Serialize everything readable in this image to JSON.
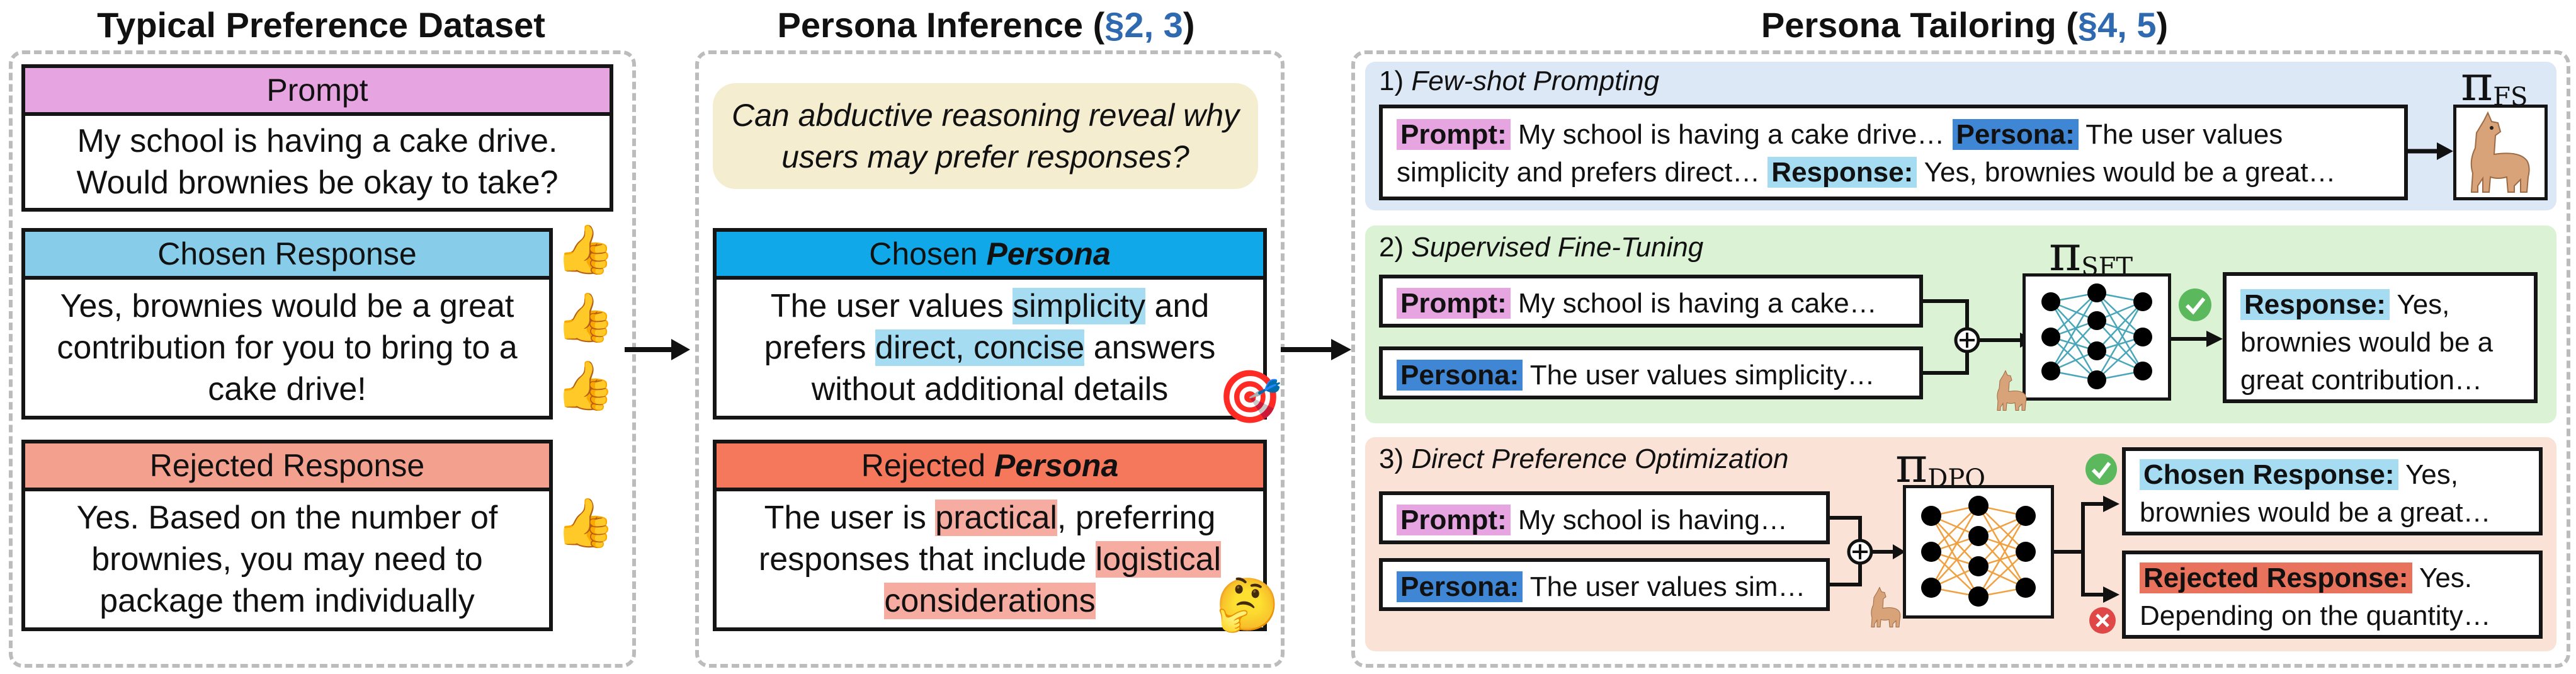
{
  "col1": {
    "title": "Typical Preference Dataset",
    "prompt_header": "Prompt",
    "prompt_text": "My school is having a cake drive. Would brownies be okay to take?",
    "chosen_header": "Chosen Response",
    "chosen_text": "Yes, brownies would be a great contribution for you to bring to a cake drive!",
    "rejected_header": "Rejected Response",
    "rejected_text": "Yes. Based on the number of brownies, you may need to package them individually"
  },
  "col2": {
    "title": "Persona Inference",
    "title_ref_open": " (",
    "title_ref": "§2, 3",
    "title_ref_close": ")",
    "question": "Can abductive reasoning reveal why users may prefer responses?",
    "chosen_header_plain": "Chosen ",
    "chosen_header_bold": "Persona",
    "chosen_text_1": "The user values ",
    "chosen_hl_1": "simplicity",
    "chosen_text_2": " and prefers ",
    "chosen_hl_2": "direct, concise",
    "chosen_text_3": " answers without additional details",
    "rejected_header_plain": "Rejected ",
    "rejected_header_bold": "Persona",
    "rejected_text_1": "The user is ",
    "rejected_hl_1": "practical",
    "rejected_text_2": ", preferring responses that include ",
    "rejected_hl_2": "logistical considerations"
  },
  "col3": {
    "title": "Persona Tailoring",
    "title_ref_open": " (",
    "title_ref": "§4, 5",
    "title_ref_close": ")",
    "fs": {
      "label_num": "1) ",
      "label": "Few-shot Prompting",
      "pi_sub": "FS",
      "prompt_tag": "Prompt:",
      "prompt_text": " My school is having a cake drive… ",
      "persona_tag": "Persona:",
      "persona_text": " The user values simplicity and prefers direct… ",
      "response_tag": "Response:",
      "response_text": " Yes, brownies would be a great…"
    },
    "sft": {
      "label_num": "2) ",
      "label": "Supervised Fine-Tuning",
      "pi_sub": "SFT",
      "prompt_tag": "Prompt:",
      "prompt_text": " My school is having a cake…",
      "persona_tag": "Persona:",
      "persona_text": " The user values simplicity…",
      "response_tag": "Response:",
      "response_text": " Yes, brownies would be a great contribution…"
    },
    "dpo": {
      "label_num": "3) ",
      "label": "Direct Preference Optimization",
      "pi_sub": "DPO",
      "prompt_tag": "Prompt:",
      "prompt_text": " My school is having…",
      "persona_tag": "Persona:",
      "persona_text": " The user values sim…",
      "chosen_tag": "Chosen Response:",
      "chosen_text": " Yes, brownies would be a great…",
      "rejected_tag": "Rejected Response:",
      "rejected_text": " Yes. Depending on the quantity…"
    }
  },
  "colors": {
    "prompt": "#e6a4e0",
    "chosen": "#87cdea",
    "rejected": "#f4a08e",
    "chosen_persona": "#10a8e8",
    "rejected_persona": "#f5775c",
    "fs_bg": "#dce8f6",
    "sft_bg": "#dcf2d4",
    "dpo_bg": "#fae2d6",
    "question_bg": "#f5edcf"
  },
  "icons": [
    "thumbs-up-icon",
    "thumbs-down-icon",
    "target-icon",
    "thinking-face-icon",
    "llama-icon",
    "check-icon",
    "cross-icon",
    "neural-network-icon",
    "arrow-icon",
    "plus-circle-icon"
  ]
}
